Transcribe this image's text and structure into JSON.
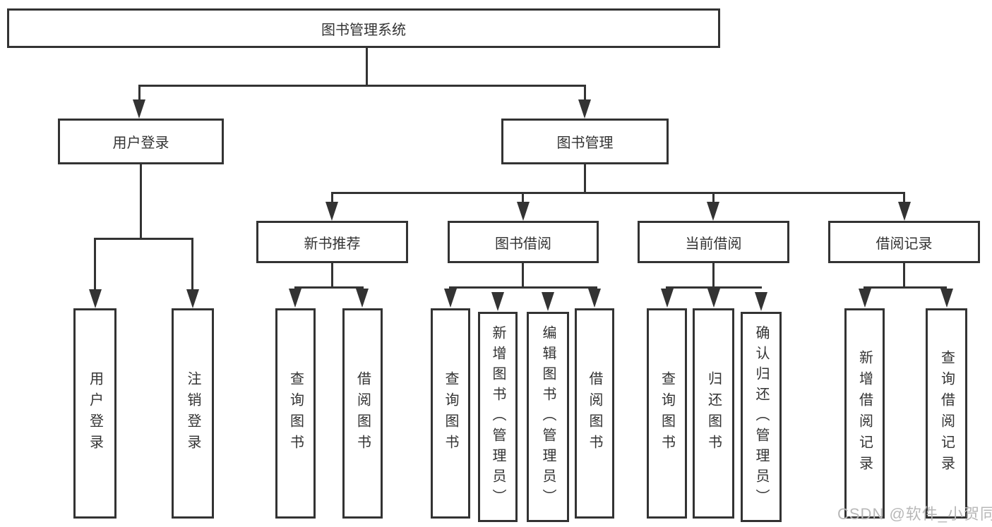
{
  "diagram": {
    "root": {
      "label": "图书管理系统"
    },
    "branches": [
      {
        "label": "用户登录",
        "children": [
          {
            "label": "用户登录"
          },
          {
            "label": "注销登录"
          }
        ]
      },
      {
        "label": "图书管理",
        "children": [
          {
            "label": "新书推荐",
            "children": [
              {
                "label": "查询图书"
              },
              {
                "label": "借阅图书"
              }
            ]
          },
          {
            "label": "图书借阅",
            "children": [
              {
                "label": "查询图书"
              },
              {
                "label": "新增图书（管理员）"
              },
              {
                "label": "编辑图书（管理员）"
              },
              {
                "label": "借阅图书"
              }
            ]
          },
          {
            "label": "当前借阅",
            "children": [
              {
                "label": "查询图书"
              },
              {
                "label": "归还图书"
              },
              {
                "label": "确认归还（管理员）"
              }
            ]
          },
          {
            "label": "借阅记录",
            "children": [
              {
                "label": "新增借阅记录"
              },
              {
                "label": "查询借阅记录"
              }
            ]
          }
        ]
      }
    ],
    "watermark": {
      "text": "CSDN @软件_小贺同学",
      "color": "#b8b8b8"
    },
    "colors": {
      "line": "#333333",
      "text": "#333333",
      "background": "#ffffff",
      "box_fill": "#ffffff"
    }
  }
}
